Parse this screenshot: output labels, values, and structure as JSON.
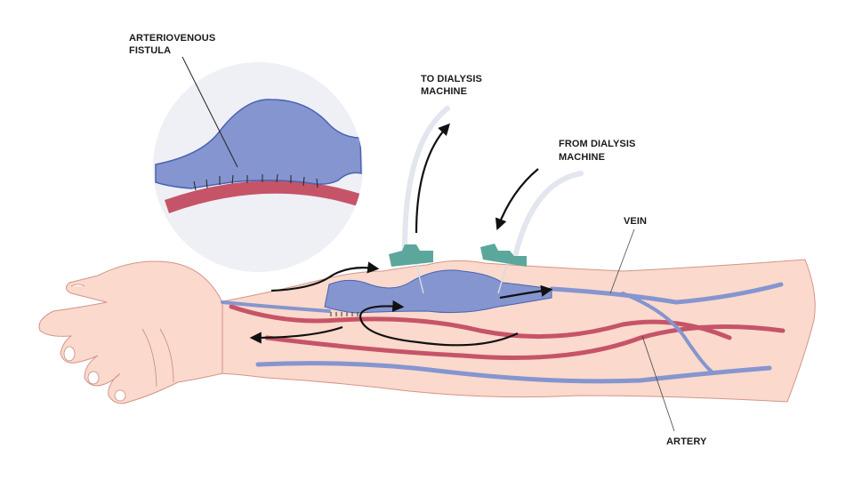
{
  "diagram": {
    "title": "Arteriovenous fistula for dialysis",
    "labels": {
      "fistula": [
        "ARTERIOVENOUS",
        "FISTULA"
      ],
      "to_machine": [
        "TO DIALYSIS",
        "MACHINE"
      ],
      "from_machine": [
        "FROM DIALYSIS",
        "MACHINE"
      ],
      "vein": "VEIN",
      "artery": "ARTERY"
    },
    "colors": {
      "skin": "#fbd9cc",
      "skin_outline": "#d4958a",
      "vein": "#8595cf",
      "vein_outline": "#4a62b3",
      "artery": "#c65468",
      "needle_hub": "#5ba79c",
      "tube": "#e3e6ee",
      "inset_bg": "#eef0f5",
      "arrow": "#111111"
    }
  }
}
